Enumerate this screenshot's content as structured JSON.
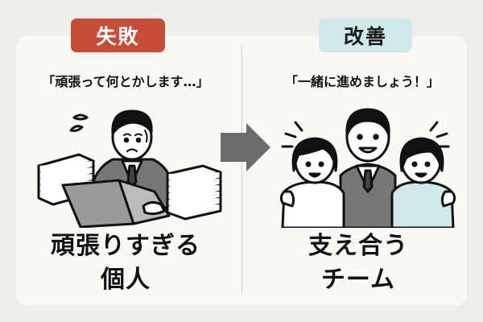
{
  "left_panel": {
    "badge": "失敗",
    "quote": "「頑張って何とかします…」",
    "caption_line1": "頑張りすぎる",
    "caption_line2": "個人",
    "illustration": "overworked-businessman-with-paper-stacks-and-laptop"
  },
  "right_panel": {
    "badge": "改善",
    "quote": "「一緒に進めましょう！」",
    "caption_line1": "支え合う",
    "caption_line2": "チーム",
    "illustration": "happy-team-of-three-arms-around-shoulders"
  },
  "arrow": {
    "icon": "arrow-right-icon",
    "direction": "right"
  },
  "colors": {
    "background": "#efeeeb",
    "card": "#faf9f6",
    "fail_badge": "#c84b38",
    "improve_badge": "#cfe8ec",
    "arrow": "#6b6b6b",
    "suit_gray": "#7a7a7a",
    "light_blue_shirt": "#cfe8ec"
  }
}
